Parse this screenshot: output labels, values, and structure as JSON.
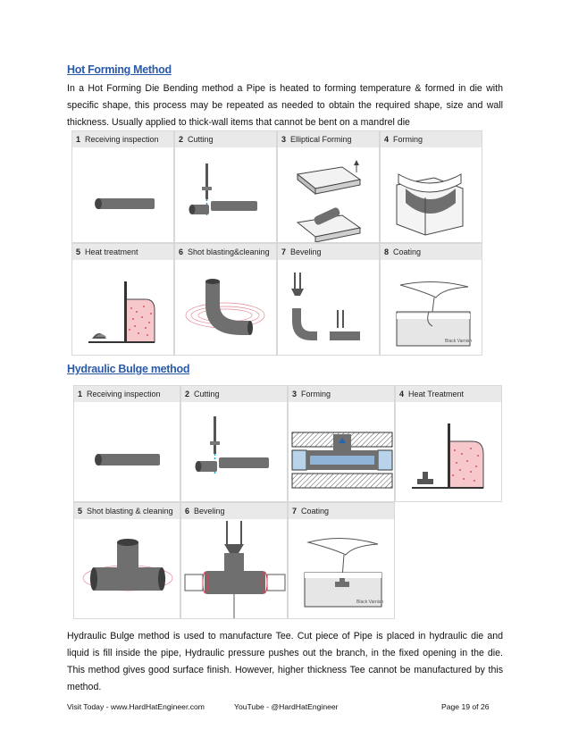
{
  "sections": {
    "hot": {
      "title": "Hot Forming Method",
      "body": "In a Hot Forming Die Bending method a Pipe is heated to forming temperature & formed in die with specific shape, this process may be repeated as needed to obtain the required shape, size and wall thickness. Usually applied to thick-wall items that cannot be bent on a mandrel die",
      "steps": [
        {
          "num": "1",
          "label": "Receiving inspection"
        },
        {
          "num": "2",
          "label": "Cutting"
        },
        {
          "num": "3",
          "label": "Elliptical Forming"
        },
        {
          "num": "4",
          "label": "Forming"
        },
        {
          "num": "5",
          "label": "Heat treatment"
        },
        {
          "num": "6",
          "label": "Shot blasting&cleaning"
        },
        {
          "num": "7",
          "label": "Beveling"
        },
        {
          "num": "8",
          "label": "Coating"
        }
      ],
      "coating_tag": "Black Varnish"
    },
    "bulge": {
      "title": "Hydraulic Bulge method",
      "steps": [
        {
          "num": "1",
          "label": "Receiving inspection"
        },
        {
          "num": "2",
          "label": "Cutting"
        },
        {
          "num": "3",
          "label": "Forming"
        },
        {
          "num": "4",
          "label": "Heat Treatment"
        },
        {
          "num": "5",
          "label": "Shot blasting & cleaning"
        },
        {
          "num": "6",
          "label": "Beveling"
        },
        {
          "num": "7",
          "label": "Coating"
        }
      ],
      "coating_tag": "Black Varnish",
      "body": "Hydraulic Bulge method is used to manufacture Tee. Cut piece of Pipe is placed in hydraulic die and liquid is fill inside the pipe, Hydraulic pressure pushes out the branch, in the fixed opening in the die. This method gives good surface finish. However, higher thickness Tee cannot be manufactured by this method."
    }
  },
  "footer": {
    "left": "Visit Today - www.HardHatEngineer.com",
    "center": "YouTube - @HardHatEngineer",
    "right": "Page 19 of 26"
  }
}
